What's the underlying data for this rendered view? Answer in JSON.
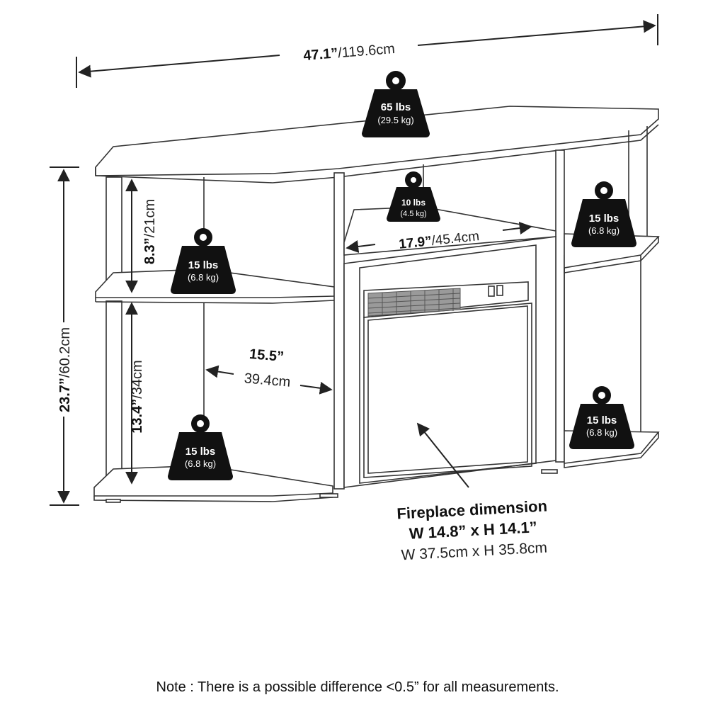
{
  "dimensions": {
    "width": {
      "imperial": "47.1”",
      "metric": "/119.6cm"
    },
    "height": {
      "imperial": "23.7”",
      "metric": "/60.2cm"
    },
    "upper_shelf_height": {
      "imperial": "8.3”",
      "metric": "/21cm"
    },
    "lower_shelf_height": {
      "imperial": "13.4”",
      "metric": "/34cm"
    },
    "center_width": {
      "imperial": "17.9”",
      "metric": "/45.4cm"
    },
    "side_depth": {
      "imperial": "15.5”",
      "metric": "39.4cm"
    }
  },
  "weights": {
    "top": {
      "lbs": "65 lbs",
      "kg": "(29.5 kg)"
    },
    "center_shelf": {
      "lbs": "10 lbs",
      "kg": "(4.5 kg)"
    },
    "left_upper": {
      "lbs": "15 lbs",
      "kg": "(6.8 kg)"
    },
    "left_lower": {
      "lbs": "15 lbs",
      "kg": "(6.8 kg)"
    },
    "right_upper": {
      "lbs": "15 lbs",
      "kg": "(6.8 kg)"
    },
    "right_lower": {
      "lbs": "15 lbs",
      "kg": "(6.8 kg)"
    }
  },
  "fireplace": {
    "title": "Fireplace dimension",
    "imperial": "W 14.8” x H 14.1”",
    "metric": "W 37.5cm x H 35.8cm"
  },
  "note": "Note : There is a possible difference <0.5” for all measurements.",
  "colors": {
    "line": "#333333",
    "weight_fill": "#111111",
    "wood_fill": "#ffffff",
    "brick": "#555555"
  },
  "icons": [
    "weight-icon",
    "arrow-icon"
  ]
}
